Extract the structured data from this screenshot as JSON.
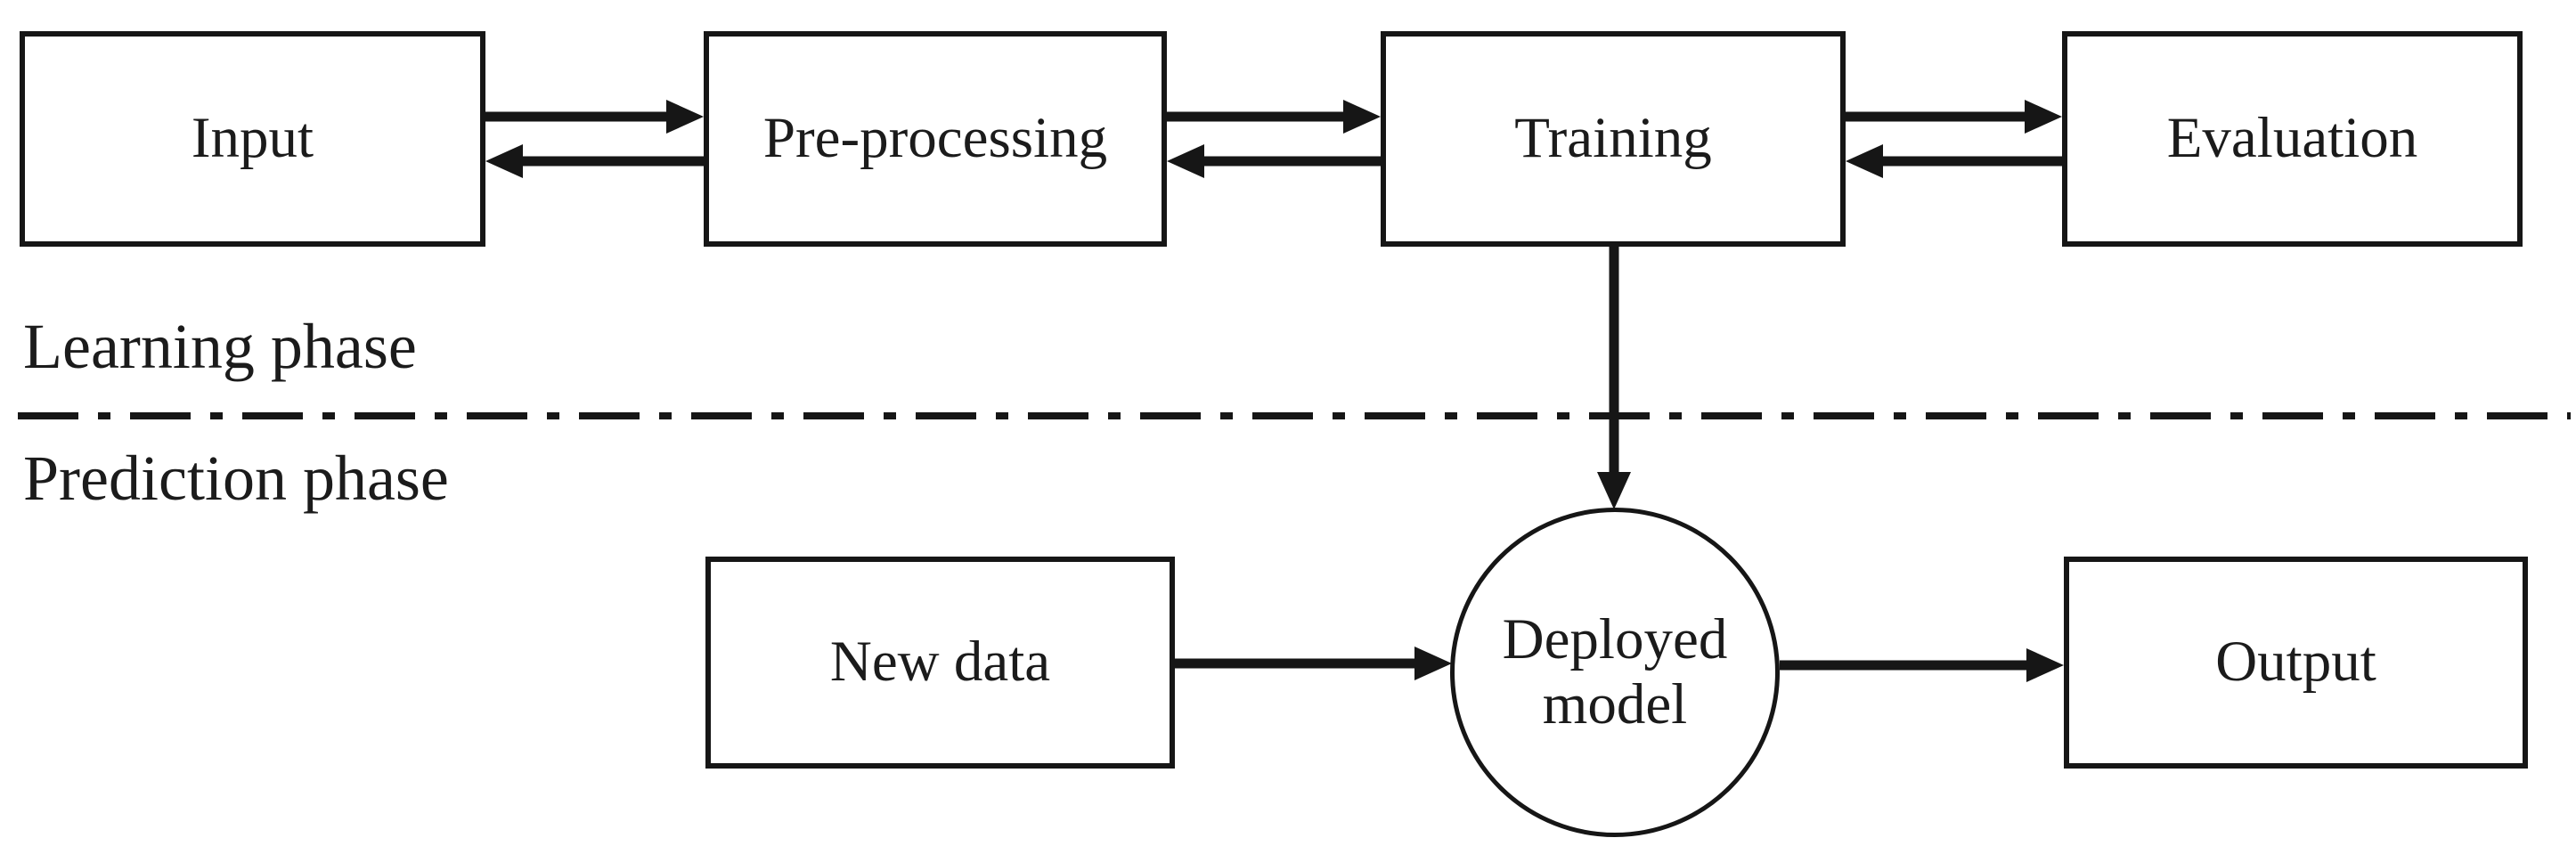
{
  "figure": {
    "type": "flowchart",
    "background": "#ffffff",
    "line_color": "#161616",
    "learning_phase_label": "Learning phase",
    "prediction_phase_label": "Prediction phase",
    "nodes": {
      "input": {
        "label": "Input",
        "shape": "rect"
      },
      "preprocessing": {
        "label": "Pre-processing",
        "shape": "rect"
      },
      "training": {
        "label": "Training",
        "shape": "rect"
      },
      "evaluation": {
        "label": "Evaluation",
        "shape": "rect"
      },
      "new_data": {
        "label": "New data",
        "shape": "rect"
      },
      "deployed_model": {
        "label_line1": "Deployed",
        "label_line2": "model",
        "shape": "circle"
      },
      "output": {
        "label": "Output",
        "shape": "rect"
      }
    },
    "edges": [
      {
        "from": "Input",
        "to": "Pre-processing",
        "type": "bidirectional"
      },
      {
        "from": "Pre-processing",
        "to": "Training",
        "type": "bidirectional"
      },
      {
        "from": "Training",
        "to": "Evaluation",
        "type": "bidirectional"
      },
      {
        "from": "Training",
        "to": "Deployed model",
        "type": "directed"
      },
      {
        "from": "New data",
        "to": "Deployed model",
        "type": "directed"
      },
      {
        "from": "Deployed model",
        "to": "Output",
        "type": "directed"
      }
    ]
  }
}
